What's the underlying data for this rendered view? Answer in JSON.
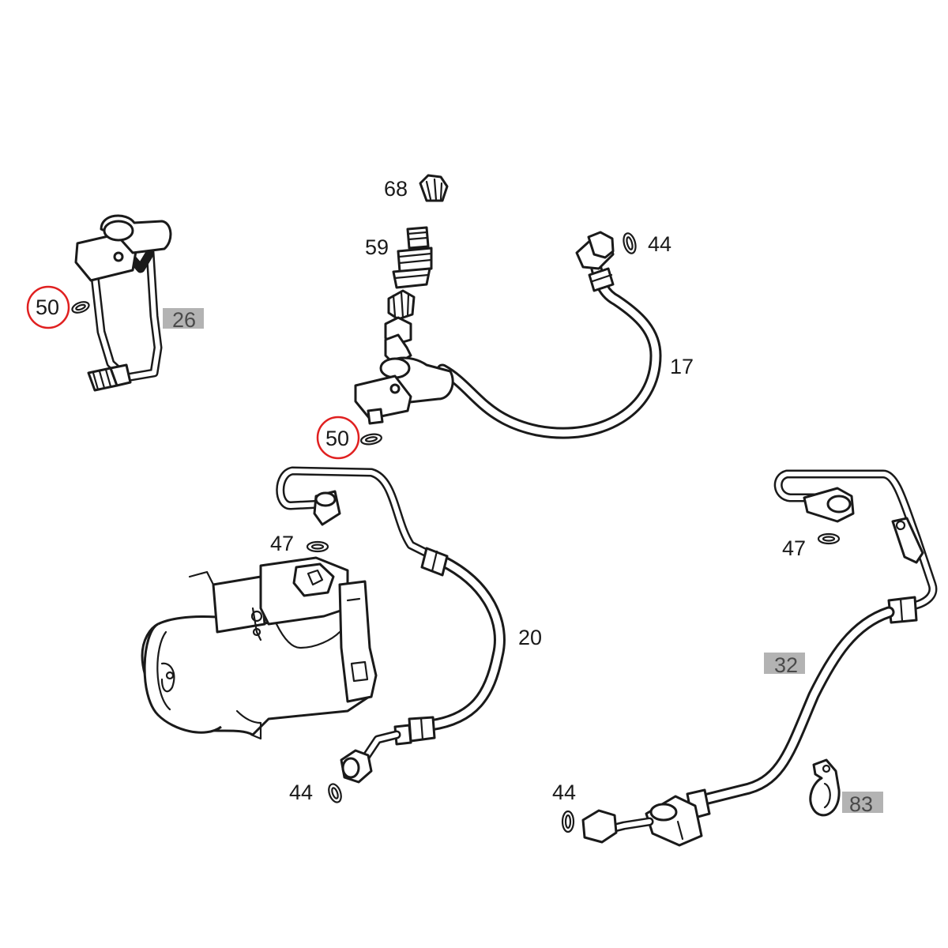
{
  "labels": {
    "p68": "68",
    "p59": "59",
    "p44a": "44",
    "p17": "17",
    "p50a": "50",
    "p26": "26",
    "p50b": "50",
    "p47a": "47",
    "p20": "20",
    "p47b": "47",
    "p32": "32",
    "p44b": "44",
    "p44c": "44",
    "p83": "83"
  },
  "colors": {
    "line": "#1a1a1a",
    "highlight_circle": "#e02020",
    "highlight_box": "#b3b3b3",
    "background": "#ffffff"
  }
}
